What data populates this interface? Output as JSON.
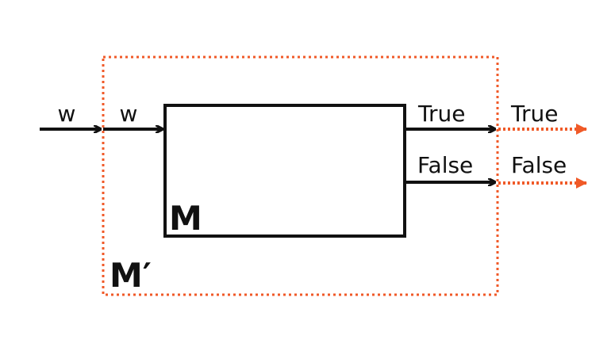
{
  "colors": {
    "ink": "#111111",
    "accent": "#f05a28",
    "background": "#ffffff"
  },
  "outer_machine": {
    "label": "M′",
    "input_label": "w",
    "true_output_label": "True",
    "false_output_label": "False"
  },
  "inner_machine": {
    "label": "M",
    "input_label": "w",
    "true_output_label": "True",
    "false_output_label": "False"
  }
}
